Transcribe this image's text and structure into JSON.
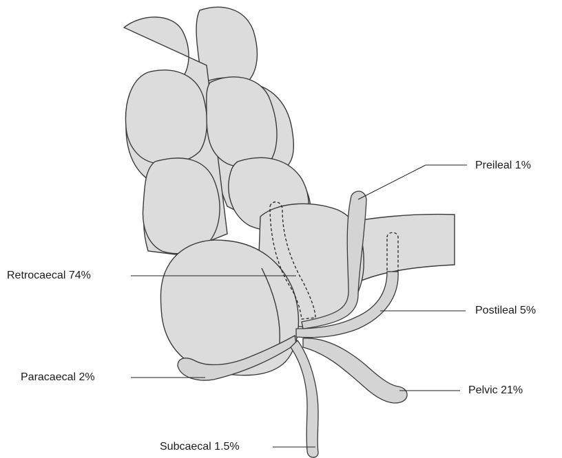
{
  "labels": {
    "preileal": "Preileal 1%",
    "retrocaecal": "Retrocaecal 74%",
    "postileal": "Postileal 5%",
    "paracaecal": "Paracaecal 2%",
    "pelvic": "Pelvic 21%",
    "subcaecal": "Subcaecal 1.5%"
  }
}
